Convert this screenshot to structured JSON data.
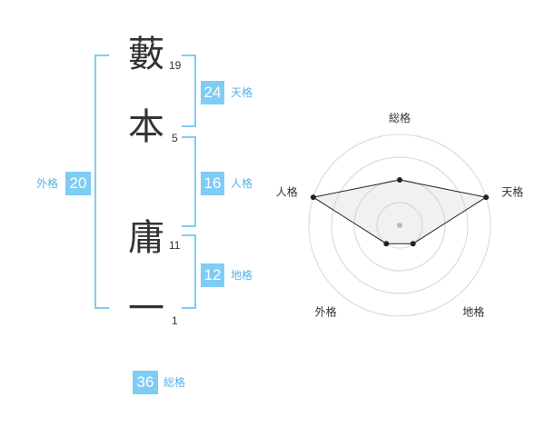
{
  "colors": {
    "accent": "#7fccf5",
    "label": "#56b3e6",
    "text": "#333333"
  },
  "name": {
    "chars": [
      {
        "char": "藪",
        "strokes": "19"
      },
      {
        "char": "本",
        "strokes": "5"
      },
      {
        "char": "庸",
        "strokes": "11"
      },
      {
        "char": "一",
        "strokes": "1"
      }
    ]
  },
  "fortunes": {
    "tenkaku": {
      "value": "24",
      "label": "天格"
    },
    "jinkaku": {
      "value": "16",
      "label": "人格"
    },
    "chikaku": {
      "value": "12",
      "label": "地格"
    },
    "gaikaku": {
      "value": "20",
      "label": "外格"
    },
    "soukaku": {
      "value": "36",
      "label": "総格"
    }
  },
  "chart_data": {
    "type": "radar",
    "axes": [
      "総格",
      "天格",
      "地格",
      "外格",
      "人格"
    ],
    "values": [
      2,
      4,
      1,
      1,
      4
    ],
    "max": 4,
    "rings": 4
  }
}
